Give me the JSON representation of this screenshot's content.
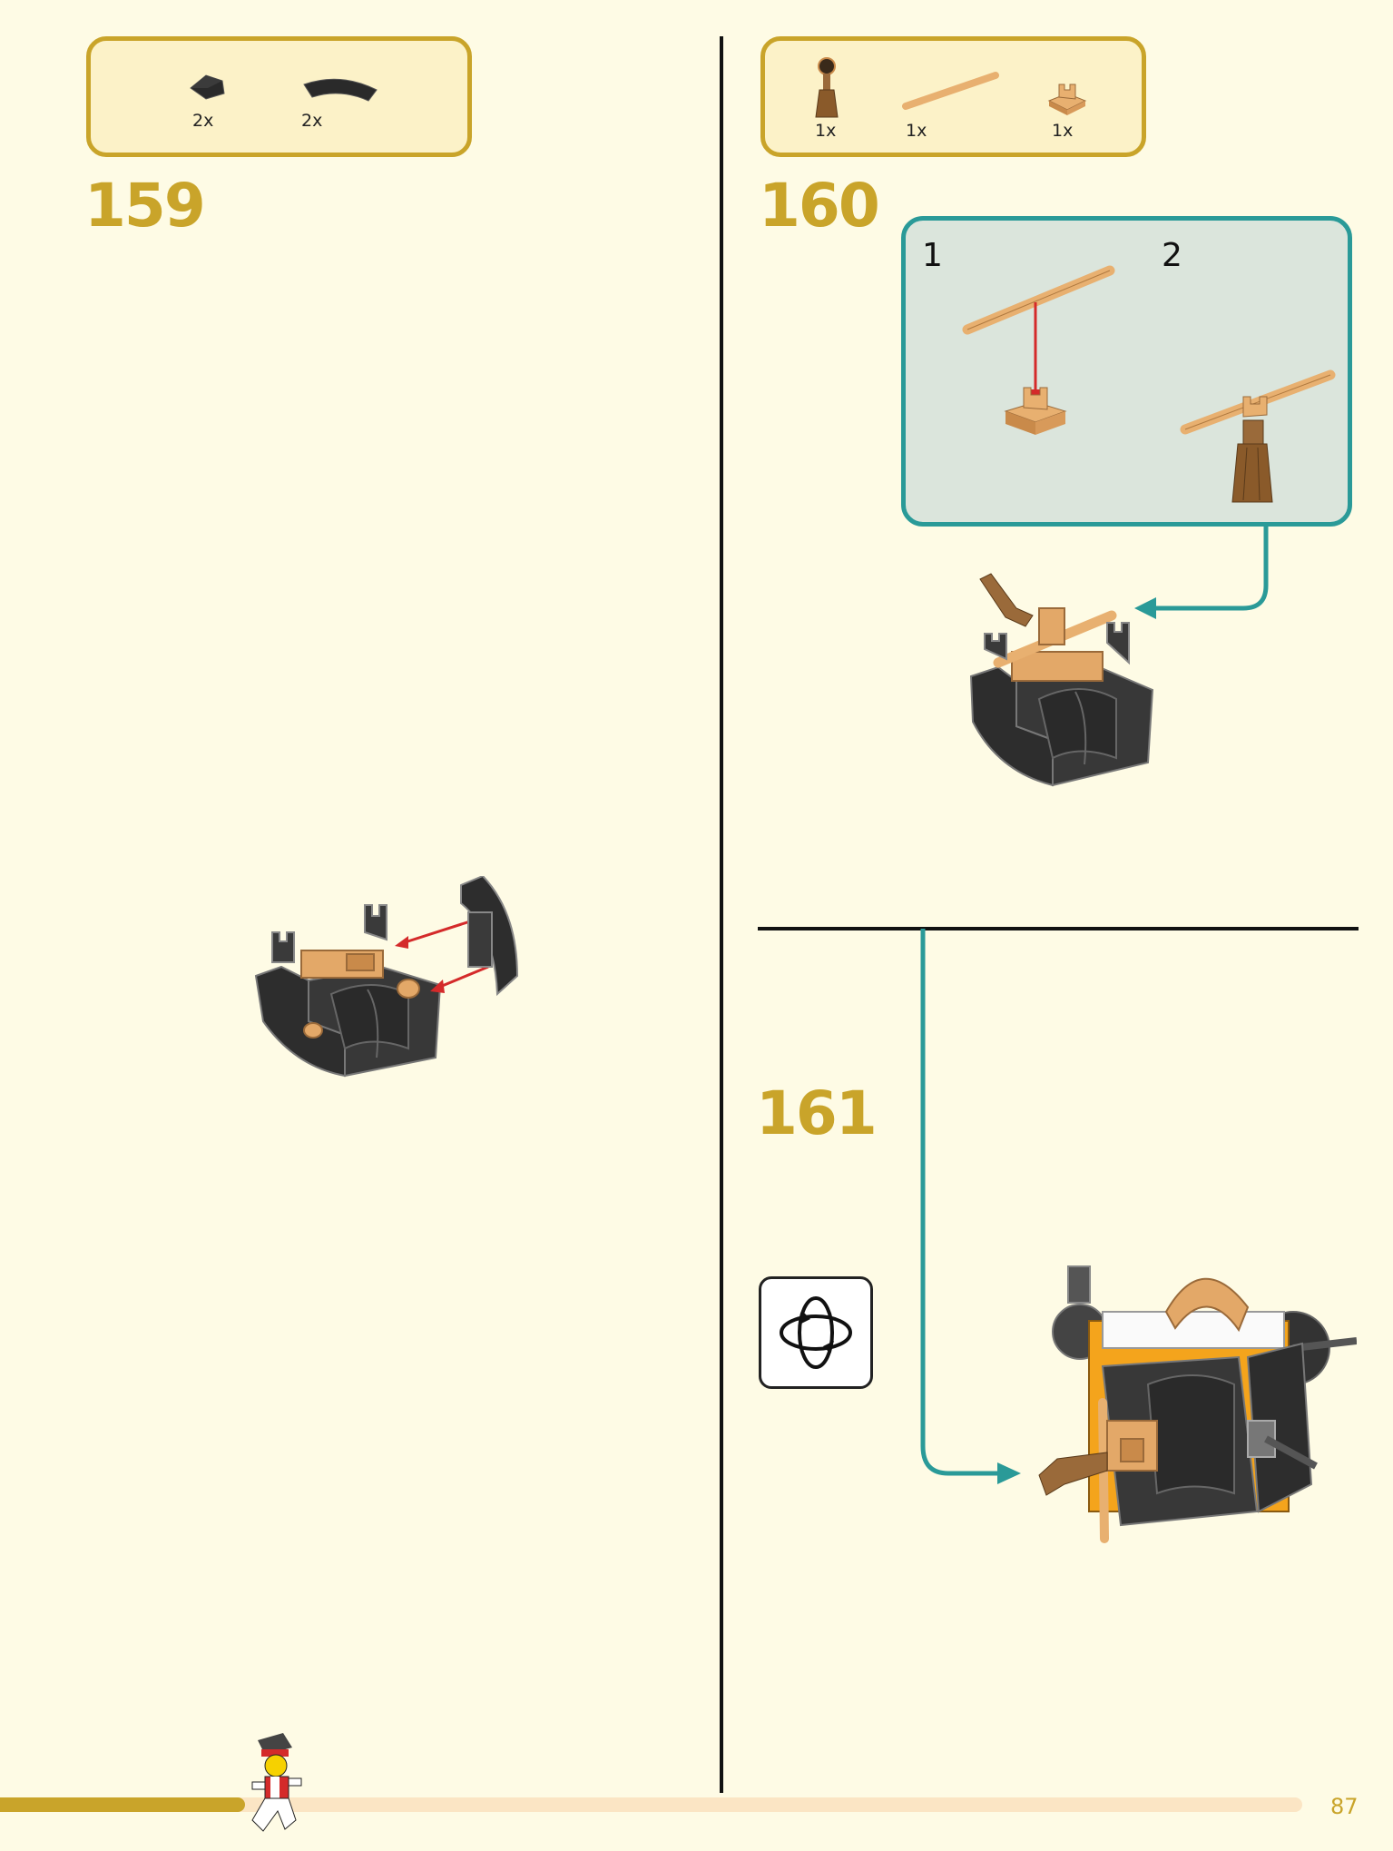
{
  "steps": [
    {
      "number": "159",
      "parts": [
        {
          "name": "black-slope-piece",
          "qty": "2x"
        },
        {
          "name": "black-curved-tile",
          "qty": "2x"
        }
      ]
    },
    {
      "number": "160",
      "parts": [
        {
          "name": "tan-flag-piece",
          "qty": "1x"
        },
        {
          "name": "tan-bar",
          "qty": "1x"
        },
        {
          "name": "tan-clip-plate",
          "qty": "1x"
        }
      ],
      "substeps": [
        {
          "number": "1"
        },
        {
          "number": "2"
        }
      ]
    },
    {
      "number": "161"
    }
  ],
  "page": {
    "number": "87"
  },
  "colors": {
    "accent": "#c9a42a",
    "teal": "#2a9a98",
    "background": "#fefbe5",
    "arrow": "#d42a2a"
  },
  "icons": [
    "rotate-model-icon",
    "minifigure-icon"
  ],
  "progress": {
    "fraction": 0.18
  }
}
